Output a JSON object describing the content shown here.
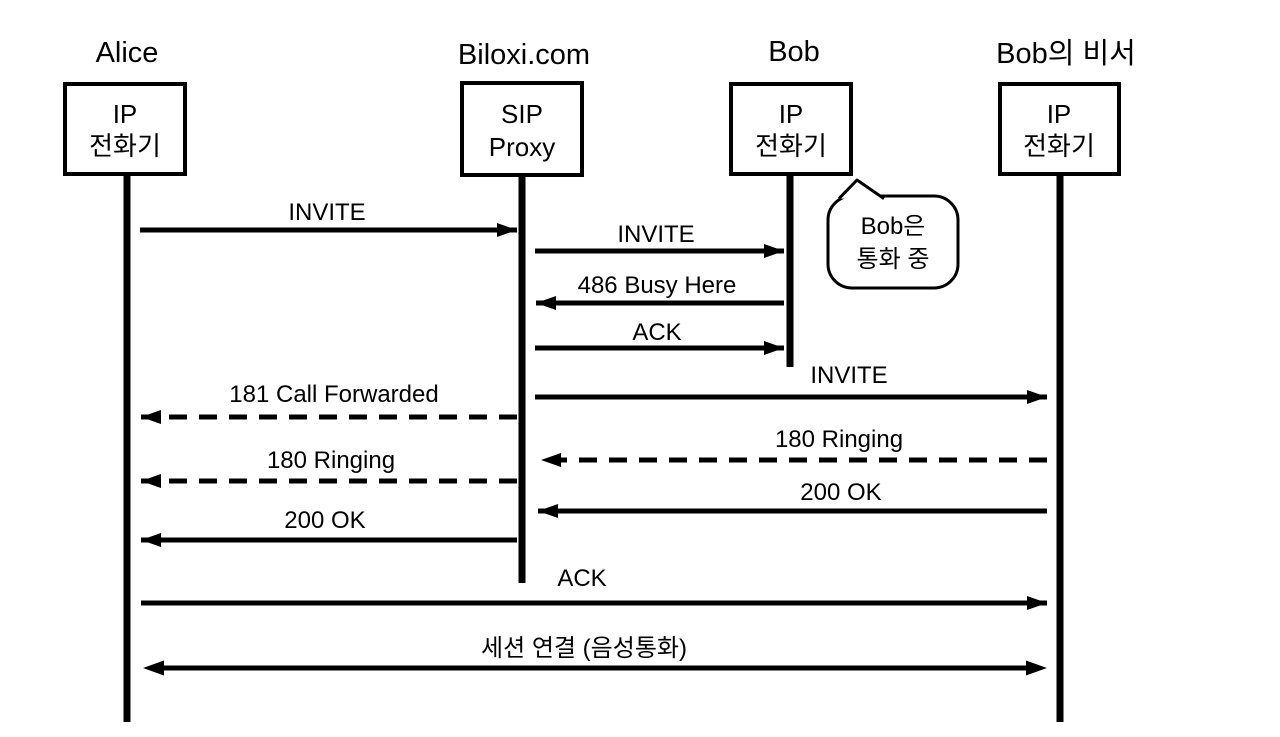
{
  "diagram": {
    "kind": "sip-call-flow-sequence-diagram",
    "colors": {
      "ink": "#000000",
      "background": "#ffffff"
    },
    "participants": [
      {
        "title": "Alice",
        "box_line1": "IP",
        "box_line2": "전화기"
      },
      {
        "title": "Biloxi.com",
        "box_line1": "SIP",
        "box_line2": "Proxy"
      },
      {
        "title": "Bob",
        "box_line1": "IP",
        "box_line2": "전화기"
      },
      {
        "title": "Bob의 비서",
        "box_line1": "IP",
        "box_line2": "전화기"
      }
    ],
    "messages": [
      {
        "label": "INVITE",
        "from": "Alice",
        "to": "Biloxi.com",
        "line": "solid",
        "direction": "right"
      },
      {
        "label": "INVITE",
        "from": "Biloxi.com",
        "to": "Bob",
        "line": "solid",
        "direction": "right"
      },
      {
        "label": "486 Busy Here",
        "from": "Bob",
        "to": "Biloxi.com",
        "line": "solid",
        "direction": "left"
      },
      {
        "label": "ACK",
        "from": "Biloxi.com",
        "to": "Bob",
        "line": "solid",
        "direction": "right"
      },
      {
        "label": "INVITE",
        "from": "Biloxi.com",
        "to": "Bob의 비서",
        "line": "solid",
        "direction": "right"
      },
      {
        "label": "181 Call Forwarded",
        "from": "Biloxi.com",
        "to": "Alice",
        "line": "dashed",
        "direction": "left"
      },
      {
        "label": "180 Ringing",
        "from": "Bob의 비서",
        "to": "Biloxi.com",
        "line": "dashed",
        "direction": "left"
      },
      {
        "label": "180 Ringing",
        "from": "Biloxi.com",
        "to": "Alice",
        "line": "dashed",
        "direction": "left"
      },
      {
        "label": "200 OK",
        "from": "Bob의 비서",
        "to": "Biloxi.com",
        "line": "solid",
        "direction": "left"
      },
      {
        "label": "200 OK",
        "from": "Biloxi.com",
        "to": "Alice",
        "line": "solid",
        "direction": "left"
      },
      {
        "label": "ACK",
        "from": "Alice",
        "to": "Bob의 비서",
        "line": "solid",
        "direction": "right"
      },
      {
        "label": "세션 연결 (음성통화)",
        "from": "Alice",
        "to": "Bob의 비서",
        "line": "solid",
        "direction": "both"
      }
    ],
    "note": {
      "line1": "Bob은",
      "line2": "통화 중",
      "attached_to": "Bob"
    }
  }
}
